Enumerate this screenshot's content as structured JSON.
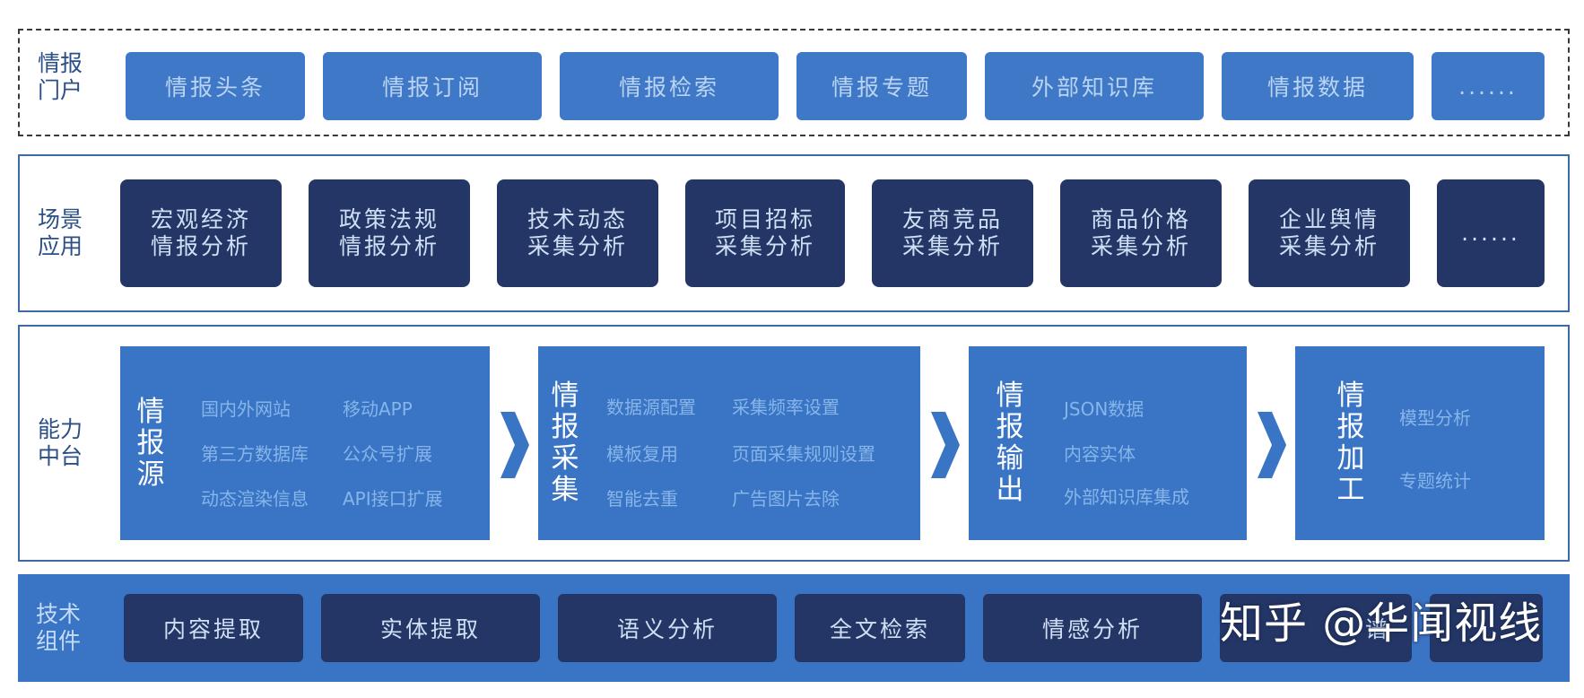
{
  "portal": {
    "label_l1": "情报",
    "label_l2": "门户",
    "items": [
      "情报头条",
      "情报订阅",
      "情报检索",
      "情报专题",
      "外部知识库",
      "情报数据",
      "......"
    ]
  },
  "scenes": {
    "label_l1": "场景",
    "label_l2": "应用",
    "items": [
      {
        "l1": "宏观经济",
        "l2": "情报分析"
      },
      {
        "l1": "政策法规",
        "l2": "情报分析"
      },
      {
        "l1": "技术动态",
        "l2": "采集分析"
      },
      {
        "l1": "项目招标",
        "l2": "采集分析"
      },
      {
        "l1": "友商竞品",
        "l2": "采集分析"
      },
      {
        "l1": "商品价格",
        "l2": "采集分析"
      },
      {
        "l1": "企业舆情",
        "l2": "采集分析"
      },
      {
        "l1": "......",
        "l2": ""
      }
    ]
  },
  "platform": {
    "label_l1": "能力",
    "label_l2": "中台",
    "panels": [
      {
        "title": [
          "情",
          "报",
          "源"
        ],
        "items": [
          "国内外网站",
          "移动APP",
          "第三方数据库",
          "公众号扩展",
          "动态渲染信息",
          "API接口扩展"
        ]
      },
      {
        "title": [
          "情",
          "报",
          "采",
          "集"
        ],
        "items": [
          "数据源配置",
          "采集频率设置",
          "模板复用",
          "页面采集规则设置",
          "智能去重",
          "广告图片去除"
        ]
      },
      {
        "title": [
          "情",
          "报",
          "输",
          "出"
        ],
        "items": [
          "JSON数据",
          "内容实体",
          "外部知识库集成"
        ]
      },
      {
        "title": [
          "情",
          "报",
          "加",
          "工"
        ],
        "items": [
          "模型分析",
          "专题统计"
        ]
      }
    ]
  },
  "tech": {
    "label_l1": "技术",
    "label_l2": "组件",
    "items": [
      "内容提取",
      "实体提取",
      "语义分析",
      "全文检索",
      "情感分析",
      "谱",
      ""
    ],
    "watermark": "知乎 @华闻视线"
  },
  "colors": {
    "primary_blue": "#3a74c4",
    "navy": "#243666",
    "light_text": "#86b5ea",
    "border": "#3d6aa6"
  }
}
